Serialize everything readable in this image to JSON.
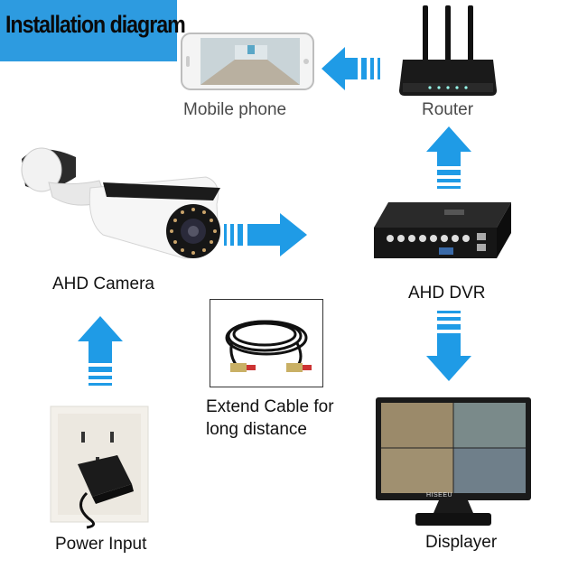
{
  "title": "Installation diagram",
  "labels": {
    "mobile_phone": "Mobile phone",
    "router": "Router",
    "ahd_camera": "AHD Camera",
    "ahd_dvr": "AHD DVR",
    "extend_cable_line1": "Extend Cable for",
    "extend_cable_line2": "long distance",
    "power_input": "Power Input",
    "displayer": "Displayer",
    "monitor_brand": "HISEEU"
  },
  "icons": [
    "router-icon",
    "mobile-phone-icon",
    "camera-icon",
    "dvr-icon",
    "cable-icon",
    "power-outlet-icon",
    "power-adapter-icon",
    "monitor-icon"
  ],
  "colors": {
    "arrow": "#1f9be6",
    "title_bg": "#2d9be0"
  }
}
